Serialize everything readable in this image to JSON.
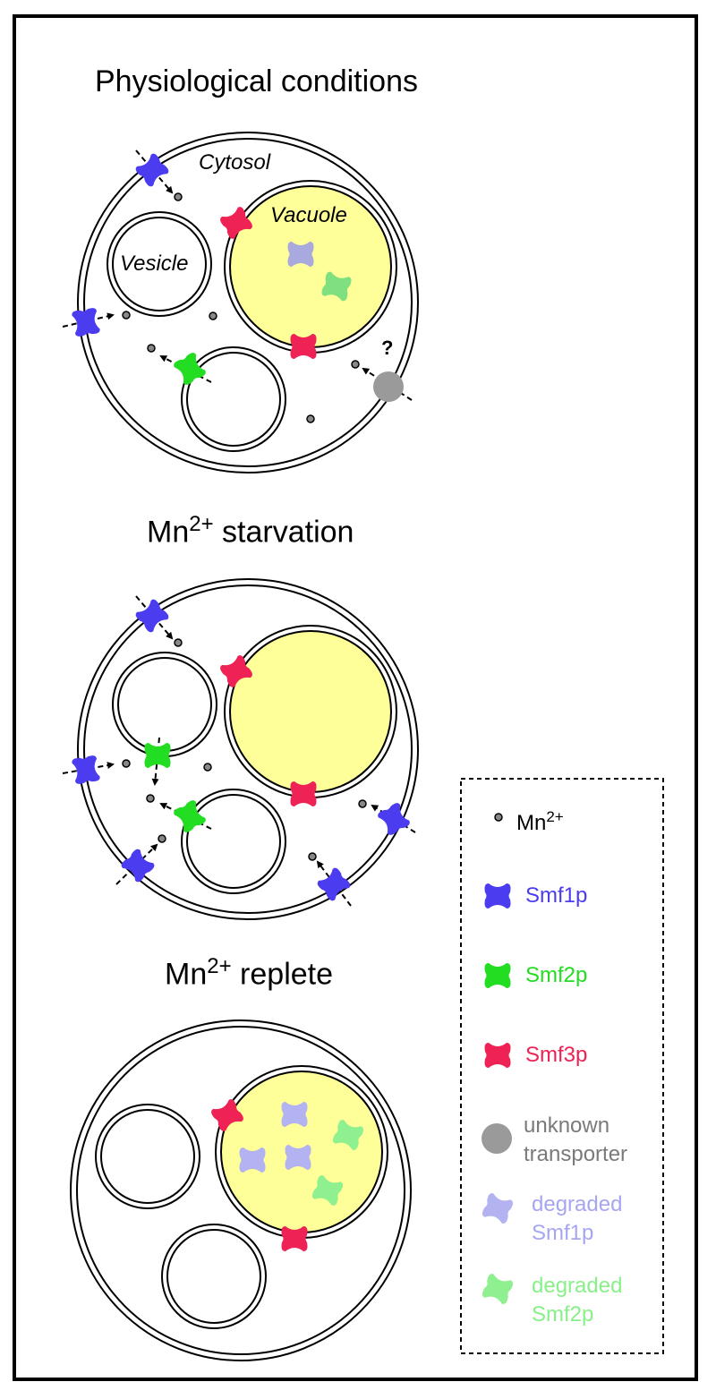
{
  "panels": {
    "physiological": {
      "title": "Physiological conditions",
      "cytosol_label": "Cytosol",
      "vacuole_label": "Vacuole",
      "vesicle_label": "Vesicle",
      "unknown_mark": "?"
    },
    "starvation": {
      "title_main": "Mn",
      "title_sup": "2+",
      "title_rest": " starvation"
    },
    "replete": {
      "title_main": "Mn",
      "title_sup": "2+",
      "title_rest": " replete"
    }
  },
  "legend": {
    "mn_main": "Mn",
    "mn_sup": "2+",
    "items": [
      {
        "label": "Smf1p",
        "color": "#4b3cf0"
      },
      {
        "label": "Smf2p",
        "color": "#22dd22"
      },
      {
        "label": "Smf3p",
        "color": "#ee2255"
      },
      {
        "label_line1": "unknown",
        "label_line2": "transporter",
        "color": "#7a7a7a"
      },
      {
        "label_line1": "degraded",
        "label_line2": "Smf1p",
        "color": "#a6a6f0"
      },
      {
        "label_line1": "degraded",
        "label_line2": "Smf2p",
        "color": "#88f088"
      }
    ]
  },
  "colors": {
    "smf1": "#4b3cf0",
    "smf2": "#22dd22",
    "smf3": "#ee2255",
    "unknown": "#9a9a9a",
    "degraded_smf1": "#b3b3f2",
    "degraded_smf2": "#8ff08f",
    "vacuole_fill": "#ffff99"
  }
}
